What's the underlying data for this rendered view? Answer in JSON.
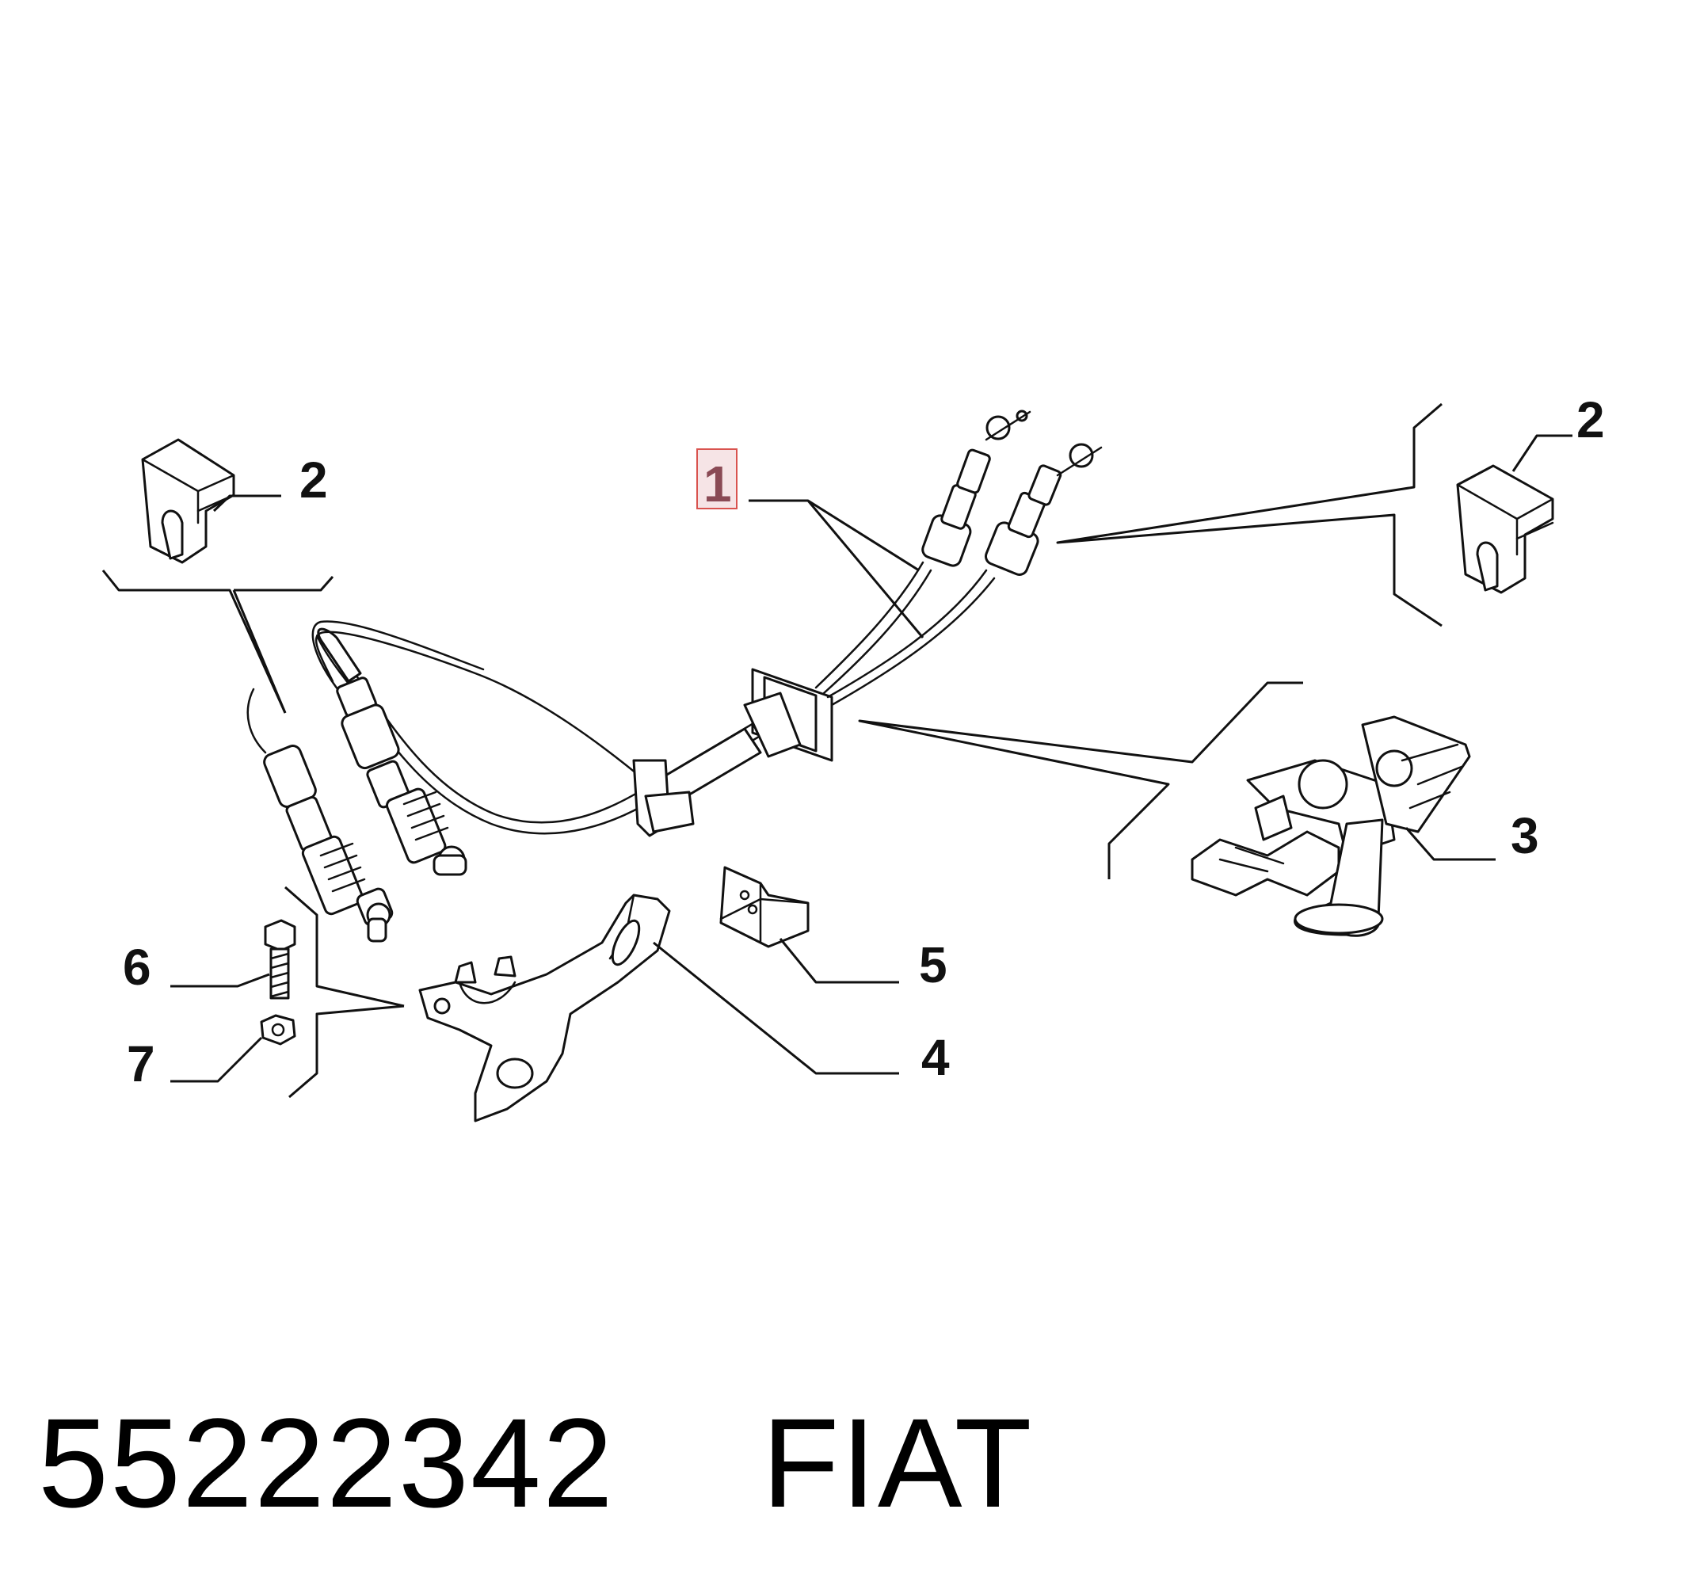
{
  "diagram": {
    "callouts": [
      {
        "id": "1",
        "label": "1",
        "highlighted": true
      },
      {
        "id": "2a",
        "label": "2"
      },
      {
        "id": "2b",
        "label": "2"
      },
      {
        "id": "3",
        "label": "3"
      },
      {
        "id": "4",
        "label": "4"
      },
      {
        "id": "5",
        "label": "5"
      },
      {
        "id": "6",
        "label": "6"
      },
      {
        "id": "7",
        "label": "7"
      }
    ],
    "highlight_color": "#d9534f"
  },
  "caption": {
    "part_number": "55222342",
    "brand": "FIAT"
  }
}
